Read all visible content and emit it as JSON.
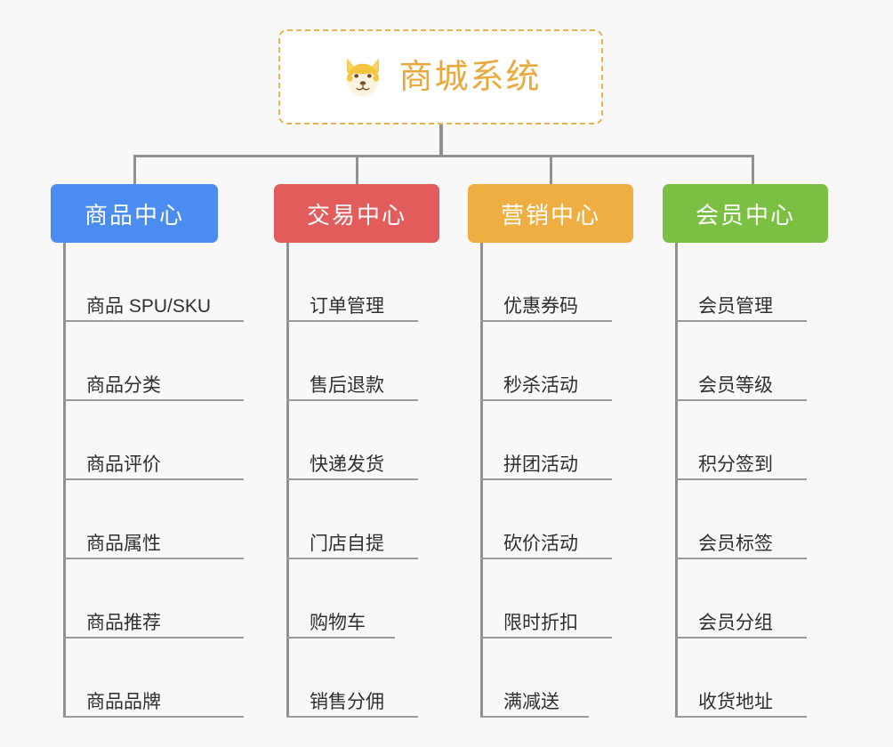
{
  "root": {
    "title": "商城系统",
    "icon": "shiba-dog-icon",
    "border_color": "#e9b24a",
    "text_color": "#e9a93c",
    "background": "#ffffff"
  },
  "canvas": {
    "background": "#f8f8f8",
    "connector_color": "#909090"
  },
  "branches": [
    {
      "title": "商品中心",
      "color": "#4a8cf0",
      "items": [
        "商品 SPU/SKU",
        "商品分类",
        "商品评价",
        "商品属性",
        "商品推荐",
        "商品品牌"
      ]
    },
    {
      "title": "交易中心",
      "color": "#e25c5c",
      "items": [
        "订单管理",
        "售后退款",
        "快递发货",
        "门店自提",
        "购物车",
        "销售分佣"
      ]
    },
    {
      "title": "营销中心",
      "color": "#eeae41",
      "items": [
        "优惠券码",
        "秒杀活动",
        "拼团活动",
        "砍价活动",
        "限时折扣",
        "满减送"
      ]
    },
    {
      "title": "会员中心",
      "color": "#7bc043",
      "items": [
        "会员管理",
        "会员等级",
        "积分签到",
        "会员标签",
        "会员分组",
        "收货地址"
      ]
    }
  ]
}
